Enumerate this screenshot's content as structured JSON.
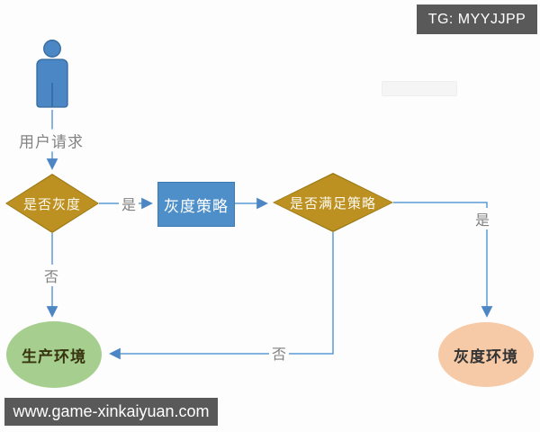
{
  "overlays": {
    "tg_badge": "TG: MYYJJPP",
    "site_badge": "www.game-xinkaiyuan.com"
  },
  "flowchart": {
    "user_label": "用户请求",
    "decision_gray": "是否灰度",
    "process_strategy": "灰度策略",
    "decision_satisfy": "是否满足策略",
    "terminal_production": "生产环境",
    "terminal_gray_env": "灰度环境",
    "edge_labels": {
      "yes_to_strategy": "是",
      "yes_to_gray_env": "是",
      "no_to_production": "否",
      "no_from_satisfy": "否"
    }
  },
  "colors": {
    "connector_blue": "#5B9BD5",
    "diamond_fill": "#BD9121",
    "process_fill": "#4E8FC9",
    "person_fill": "#4A87C4",
    "production_fill": "#A6CE8E",
    "gray_env_fill": "#F6CAA7",
    "badge_bg": "#595959",
    "edge_label_text": "#828282"
  }
}
